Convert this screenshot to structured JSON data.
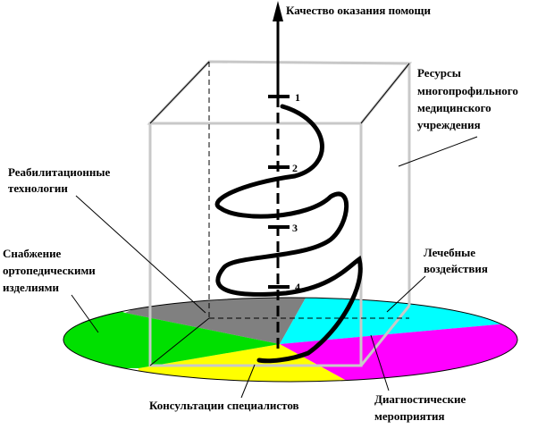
{
  "axis": {
    "label": "Качество оказания помощи"
  },
  "cube": {
    "label_lines": [
      "Ресурсы",
      "многопрофильного",
      "медицинского",
      "учреждения"
    ]
  },
  "levels": [
    "1",
    "2",
    "3",
    "4"
  ],
  "sectors": [
    {
      "id": "rehab",
      "lines": [
        "Реабилитационные",
        "технологии"
      ],
      "color": "#808080"
    },
    {
      "id": "ortho",
      "lines": [
        "Снабжение",
        "ортопедическими",
        "изделиями"
      ],
      "color": "#00e000"
    },
    {
      "id": "consult",
      "lines": [
        "Консультации специалистов"
      ],
      "color": "#ffff00"
    },
    {
      "id": "diag",
      "lines": [
        "Диагностические",
        "мероприятия"
      ],
      "color": "#ff00ff"
    },
    {
      "id": "treat",
      "lines": [
        "Лечебные",
        "воздействия"
      ],
      "color": "#00ffff"
    }
  ]
}
